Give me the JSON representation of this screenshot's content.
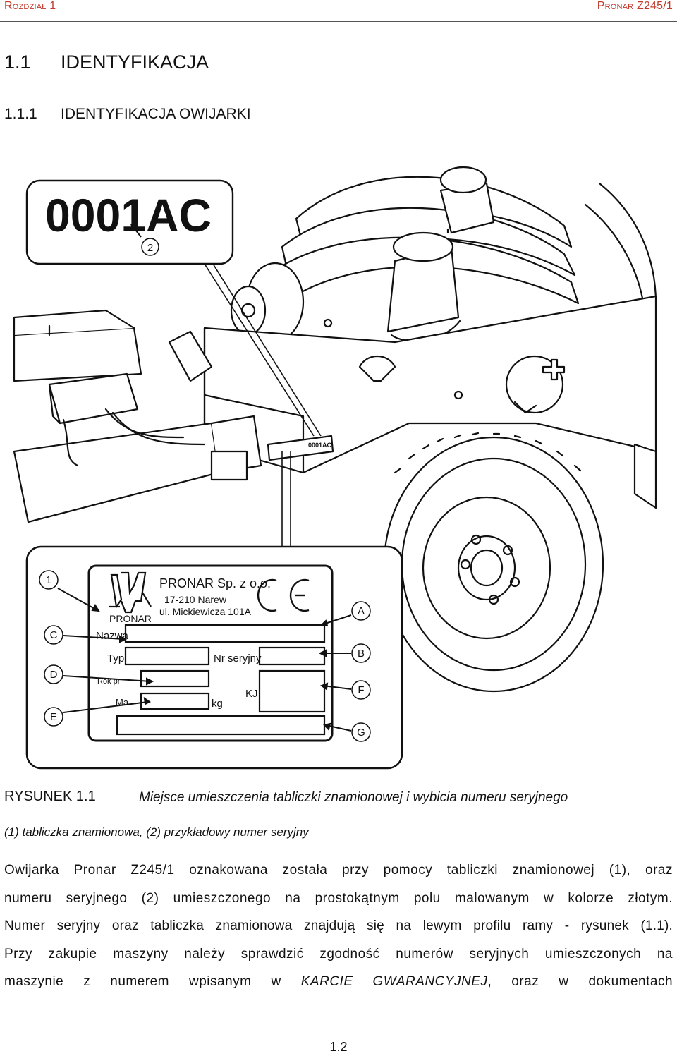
{
  "header": {
    "chapter": "Rozdział 1",
    "model": "Pronar Z245/1"
  },
  "headings": {
    "h1_number": "1.1",
    "h1_title": "IDENTYFIKACJA",
    "h2_number": "1.1.1",
    "h2_title": "IDENTYFIKACJA OWIJARKI"
  },
  "figure": {
    "serial_number": "0001AC",
    "small_serial": "0001AC",
    "callouts": [
      "1",
      "2",
      "A",
      "B",
      "C",
      "D",
      "E",
      "F",
      "G"
    ],
    "plate": {
      "company": "PRONAR Sp. z o.o.",
      "postcode_city": "17-210 Narew",
      "street": "ul. Mickiewicza 101A",
      "logo_text": "PRONAR",
      "labels": {
        "name": "Nazwa",
        "type": "Typ",
        "serial": "Nr seryjny",
        "year": "Rok pr",
        "mass": "Ma",
        "kj": "KJ",
        "kg": "kg"
      }
    }
  },
  "caption": {
    "label": "RYSUNEK 1.1",
    "text": "Miejsce umieszczenia tabliczki znamionowej i wybicia numeru seryjnego",
    "legend": "(1) tabliczka znamionowa, (2) przykładowy numer seryjny"
  },
  "body": {
    "line1": "Owijarka Pronar Z245/1 oznakowana została przy pomocy tabliczki znamionowej (1), oraz",
    "line2": "numeru seryjnego (2) umieszczonego na prostokątnym polu malowanym w kolorze złotym.",
    "line3": "Numer seryjny oraz tabliczka znamionowa znajdują się na lewym profilu ramy - rysunek (1.1).",
    "line4": "Przy zakupie maszyny należy sprawdzić zgodność numerów seryjnych umieszczonych na",
    "line5_start": "maszynie z numerem wpisanym w",
    "line5_em": "KARCIE GWARANCYJNEJ",
    "line5_end": ", oraz w dokumentach"
  },
  "footer": {
    "page": "1.2"
  }
}
